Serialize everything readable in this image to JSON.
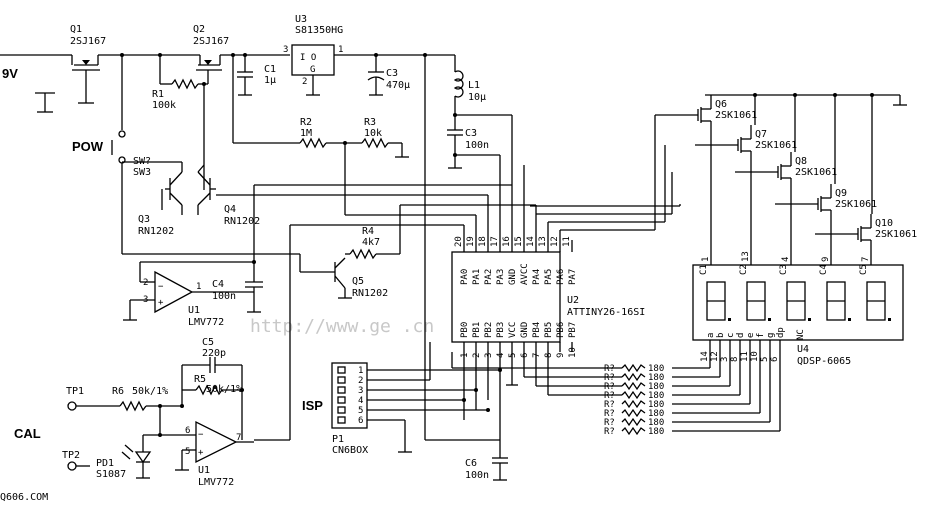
{
  "q1": {
    "ref": "Q1",
    "part": "2SJ167"
  },
  "q2": {
    "ref": "Q2",
    "part": "2SJ167"
  },
  "u3": {
    "ref": "U3",
    "part": "S81350HG",
    "pin3": "3",
    "pin1": "1",
    "pin2": "2",
    "sym": "I  O",
    "g": "G"
  },
  "c1": {
    "ref": "C1",
    "value": "1μ"
  },
  "c3a": {
    "ref": "C3",
    "value": "470μ"
  },
  "l1": {
    "ref": "L1",
    "value": "10μ"
  },
  "c3b": {
    "ref": "C3",
    "value": "100n"
  },
  "r1": {
    "ref": "R1",
    "value": "100k"
  },
  "r2": {
    "ref": "R2",
    "value": "1M"
  },
  "r3": {
    "ref": "R3",
    "value": "10k"
  },
  "r4": {
    "ref": "R4",
    "value": "4k7"
  },
  "q3": {
    "ref": "Q3",
    "part": "RN1202"
  },
  "q4": {
    "ref": "Q4",
    "part": "RN1202"
  },
  "q5": {
    "ref": "Q5",
    "part": "RN1202"
  },
  "sw": {
    "ref": "SW?",
    "part": "SW3"
  },
  "supply": "9V",
  "pow": "POW",
  "isp": "ISP",
  "cal": "CAL",
  "u1a": {
    "ref": "U1",
    "part": "LMV772",
    "p2": "2",
    "p3": "3",
    "p1": "1"
  },
  "u1b": {
    "ref": "U1",
    "part": "LMV772",
    "p6": "6",
    "p5": "5",
    "p7": "7"
  },
  "c4": {
    "ref": "C4",
    "value": "100n"
  },
  "c5": {
    "ref": "C5",
    "value": "220p"
  },
  "r5": {
    "ref": "R5",
    "value": "50k/1%"
  },
  "r6": {
    "ref": "R6",
    "value": "50k/1%"
  },
  "tp1": "TP1",
  "tp2": "TP2",
  "pd1": {
    "ref": "PD1",
    "part": "S1087"
  },
  "p1": {
    "ref": "P1",
    "part": "CN6BOX",
    "pins": [
      "1",
      "2",
      "3",
      "4",
      "5",
      "6"
    ]
  },
  "c6": {
    "ref": "C6",
    "value": "100n"
  },
  "u2": {
    "ref": "U2",
    "part": "ATTINY26-16SI",
    "top_pins": [
      "20",
      "19",
      "18",
      "17",
      "16",
      "15",
      "14",
      "13",
      "12",
      "11"
    ],
    "top_names": [
      "PA0",
      "PA1",
      "PA2",
      "PA3",
      "GND",
      "AVCC",
      "PA4",
      "PA5",
      "PA6",
      "PA7"
    ],
    "bot_pins": [
      "1",
      "2",
      "3",
      "4",
      "5",
      "6",
      "7",
      "8",
      "9",
      "10"
    ],
    "bot_names": [
      "PB0",
      "PB1",
      "PB2",
      "PB3",
      "VCC",
      "GND",
      "PB4",
      "PB5",
      "PB6",
      "PB7"
    ]
  },
  "mosfets": [
    {
      "ref": "Q6",
      "part": "2SK1061"
    },
    {
      "ref": "Q7",
      "part": "2SK1061"
    },
    {
      "ref": "Q8",
      "part": "2SK1061"
    },
    {
      "ref": "Q9",
      "part": "2SK1061"
    },
    {
      "ref": "Q10",
      "part": "2SK1061"
    }
  ],
  "u4": {
    "ref": "U4",
    "part": "QDSP-6065",
    "digits": [
      "C1",
      "C2",
      "C3",
      "C4",
      "C5"
    ],
    "top_pins": [
      "1",
      "13",
      "4",
      "9",
      "7"
    ],
    "bot_pins": [
      "14",
      "12",
      "3",
      "8",
      "11",
      "10",
      "5",
      "6"
    ],
    "seg_labels": [
      "a",
      "b",
      "c",
      "d",
      "e",
      "f",
      "g",
      "dp"
    ],
    "nc": "NC"
  },
  "rnet": {
    "ref": "R?",
    "value": "180",
    "count": 8
  },
  "watermark": "http://www.ge          .cn",
  "credit": "Q606.COM"
}
